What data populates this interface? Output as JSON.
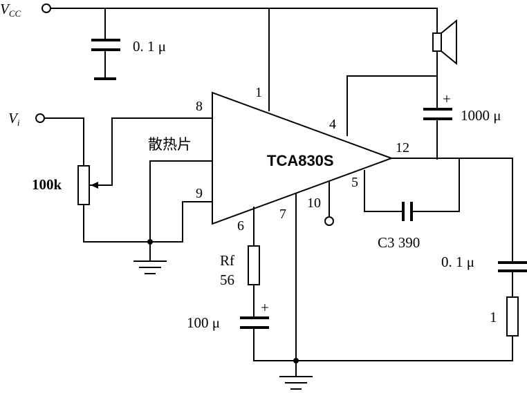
{
  "vcc": {
    "main": "V",
    "sub": "CC"
  },
  "vi": {
    "main": "V",
    "sub": "i"
  },
  "ic": {
    "name": "TCA830S",
    "heatsink_label": "散热片",
    "pins": {
      "p1": "1",
      "p4": "4",
      "p5": "5",
      "p6": "6",
      "p7": "7",
      "p8": "8",
      "p9": "9",
      "p10": "10",
      "p12": "12"
    }
  },
  "components": {
    "c_supply": "0. 1 μ",
    "c_out": "1000 μ",
    "pot": "100k",
    "rf_name": "Rf",
    "rf_value": "56",
    "c_rf": "100 μ",
    "c3": "C3  390",
    "c_zobel": "0. 1 μ",
    "r_zobel": "1",
    "plus": "+"
  }
}
